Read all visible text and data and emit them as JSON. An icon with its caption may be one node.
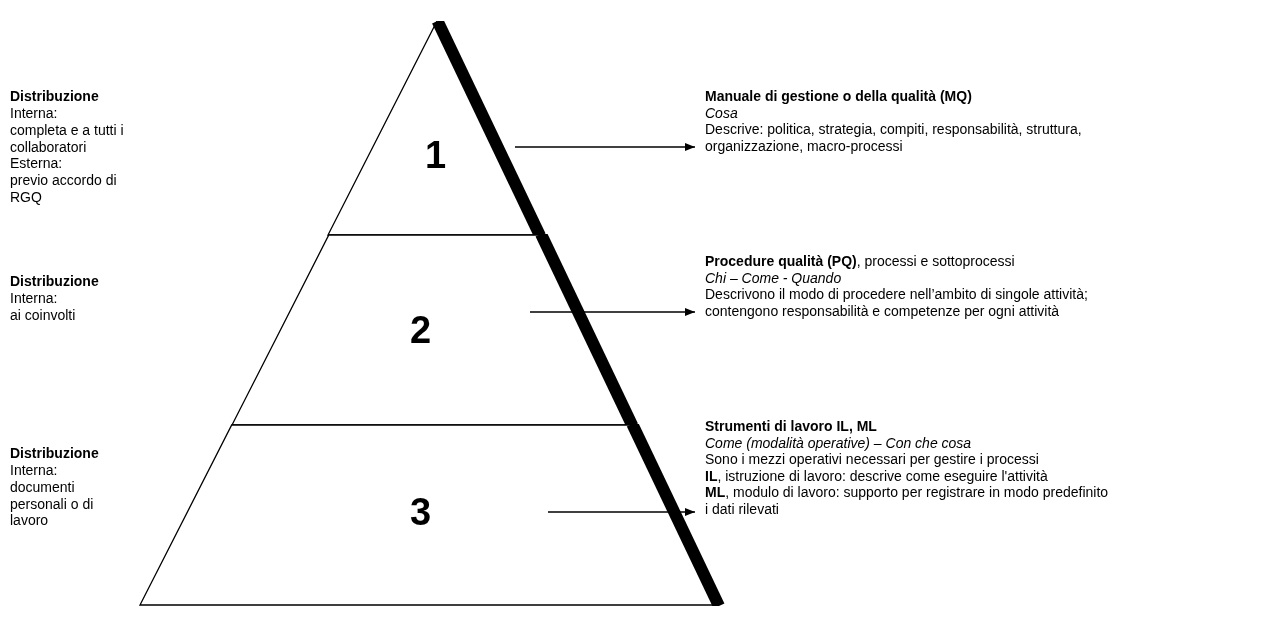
{
  "diagram": {
    "nodes": [
      {
        "text": [
          "1"
        ]
      },
      {
        "text": [
          "2"
        ]
      },
      {
        "text": [
          "3"
        ]
      },
      {
        "text": [
          "Manuale di gestione o della qualità (MQ)",
          "Cosa",
          "Descrive: politica, strategia, compiti, responsabilità, struttura, organizzazione, macro-processi"
        ]
      },
      {
        "text": [
          "**Procedure qualità (PQ)**, processi e sottoprocessi",
          "Chi – Come - Quando",
          "Descrivono il modo di procedere nell’ambito di singole attività; contengono responsabilità e competenze per ogni attività"
        ]
      },
      {
        "text": [
          "Strumenti di lavoro IL, ML",
          "Come (modalità operative) – Con che cosa",
          "Sono i mezzi operativi necessari per gestire i processi",
          "**IL**, istruzione di lavoro: descrive come eseguire l'attività",
          "**ML**, modulo di lavoro: supporto per registrare in modo predefinito i dati rilevati"
        ]
      }
    ],
    "edges": [
      {
        "from": 0,
        "to": 3,
        "arrow": "to"
      },
      {
        "from": 1,
        "to": 4,
        "arrow": "to"
      },
      {
        "from": 2,
        "to": 5,
        "arrow": "to"
      }
    ],
    "labels": [
      "Distribuzione",
      "Interna:",
      "completa e a tutti i collaboratori",
      "Esterna:",
      "previo accordo di RGQ",
      "Distribuzione",
      "Interna:",
      "ai coinvolti",
      "Distribuzione",
      "Interna:",
      "documenti personali o di lavoro"
    ]
  }
}
